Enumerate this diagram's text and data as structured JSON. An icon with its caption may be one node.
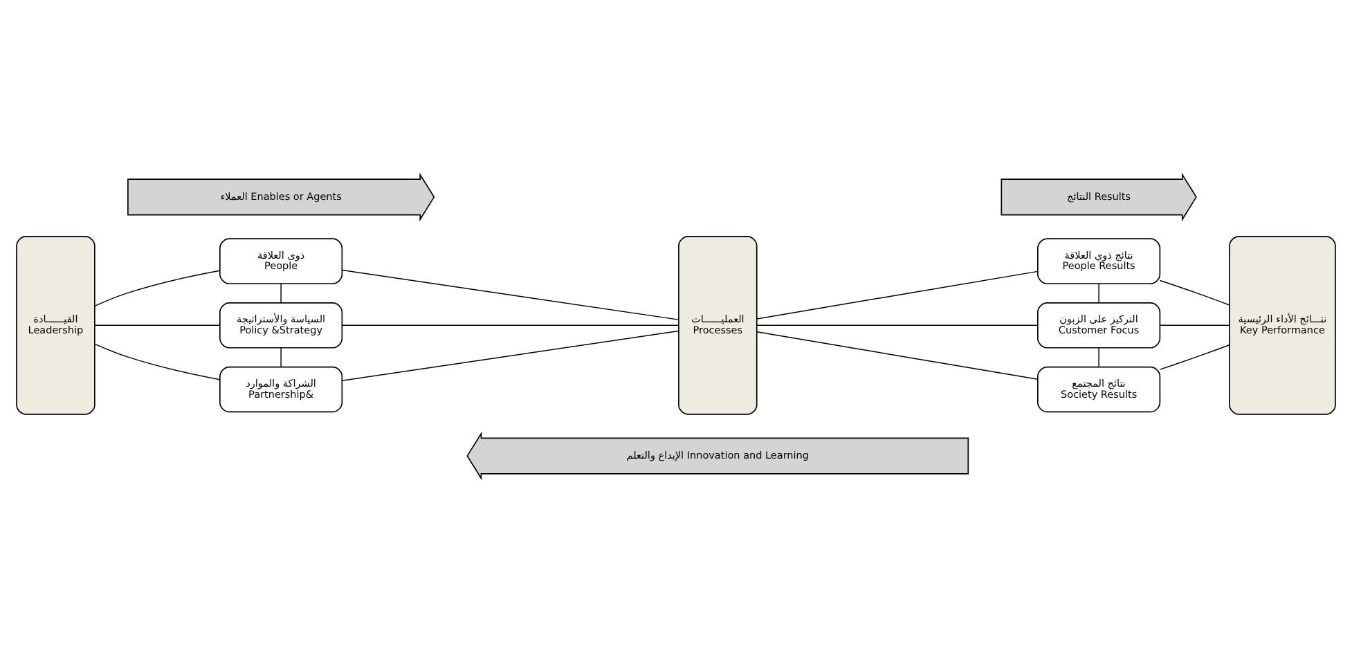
{
  "diagram": {
    "nodes": [
      {
        "text": [
          "العملاء Enables or Agents"
        ]
      },
      {
        "text": [
          "النتائج Results"
        ]
      },
      {
        "text": [
          "القيــــــادة",
          "Leadership"
        ]
      },
      {
        "text": [
          "ذوى العلاقة",
          "People"
        ]
      },
      {
        "text": [
          "السياسة والأستراتيجة",
          "Policy &Strategy"
        ]
      },
      {
        "text": [
          "الشراكة والموارد",
          "Partnership&"
        ]
      },
      {
        "text": [
          "العمليــــــات",
          "Processes"
        ]
      },
      {
        "text": [
          "نتائج ذوي العلاقة",
          "People Results"
        ]
      },
      {
        "text": [
          "التركيز على الزبون",
          "Customer Focus"
        ]
      },
      {
        "text": [
          "نتائج المجتمع",
          "Society Results"
        ]
      },
      {
        "text": [
          "نتـــائج الأداء الرئيسية",
          "Key Performance"
        ]
      },
      {
        "text": [
          "الإبداع والتعلم Innovation and Learning"
        ]
      }
    ],
    "edges": [
      {
        "from": 2,
        "to": 3,
        "arrow": "none"
      },
      {
        "from": 2,
        "to": 4,
        "arrow": "none"
      },
      {
        "from": 2,
        "to": 5,
        "arrow": "none"
      },
      {
        "from": 3,
        "to": 4,
        "arrow": "none"
      },
      {
        "from": 4,
        "to": 5,
        "arrow": "none"
      },
      {
        "from": 3,
        "to": 6,
        "arrow": "none"
      },
      {
        "from": 4,
        "to": 6,
        "arrow": "none"
      },
      {
        "from": 5,
        "to": 6,
        "arrow": "none"
      },
      {
        "from": 6,
        "to": 7,
        "arrow": "none"
      },
      {
        "from": 6,
        "to": 8,
        "arrow": "none"
      },
      {
        "from": 6,
        "to": 9,
        "arrow": "none"
      },
      {
        "from": 7,
        "to": 8,
        "arrow": "none"
      },
      {
        "from": 8,
        "to": 9,
        "arrow": "none"
      },
      {
        "from": 7,
        "to": 10,
        "arrow": "none"
      },
      {
        "from": 8,
        "to": 10,
        "arrow": "none"
      },
      {
        "from": 9,
        "to": 10,
        "arrow": "none"
      }
    ]
  }
}
